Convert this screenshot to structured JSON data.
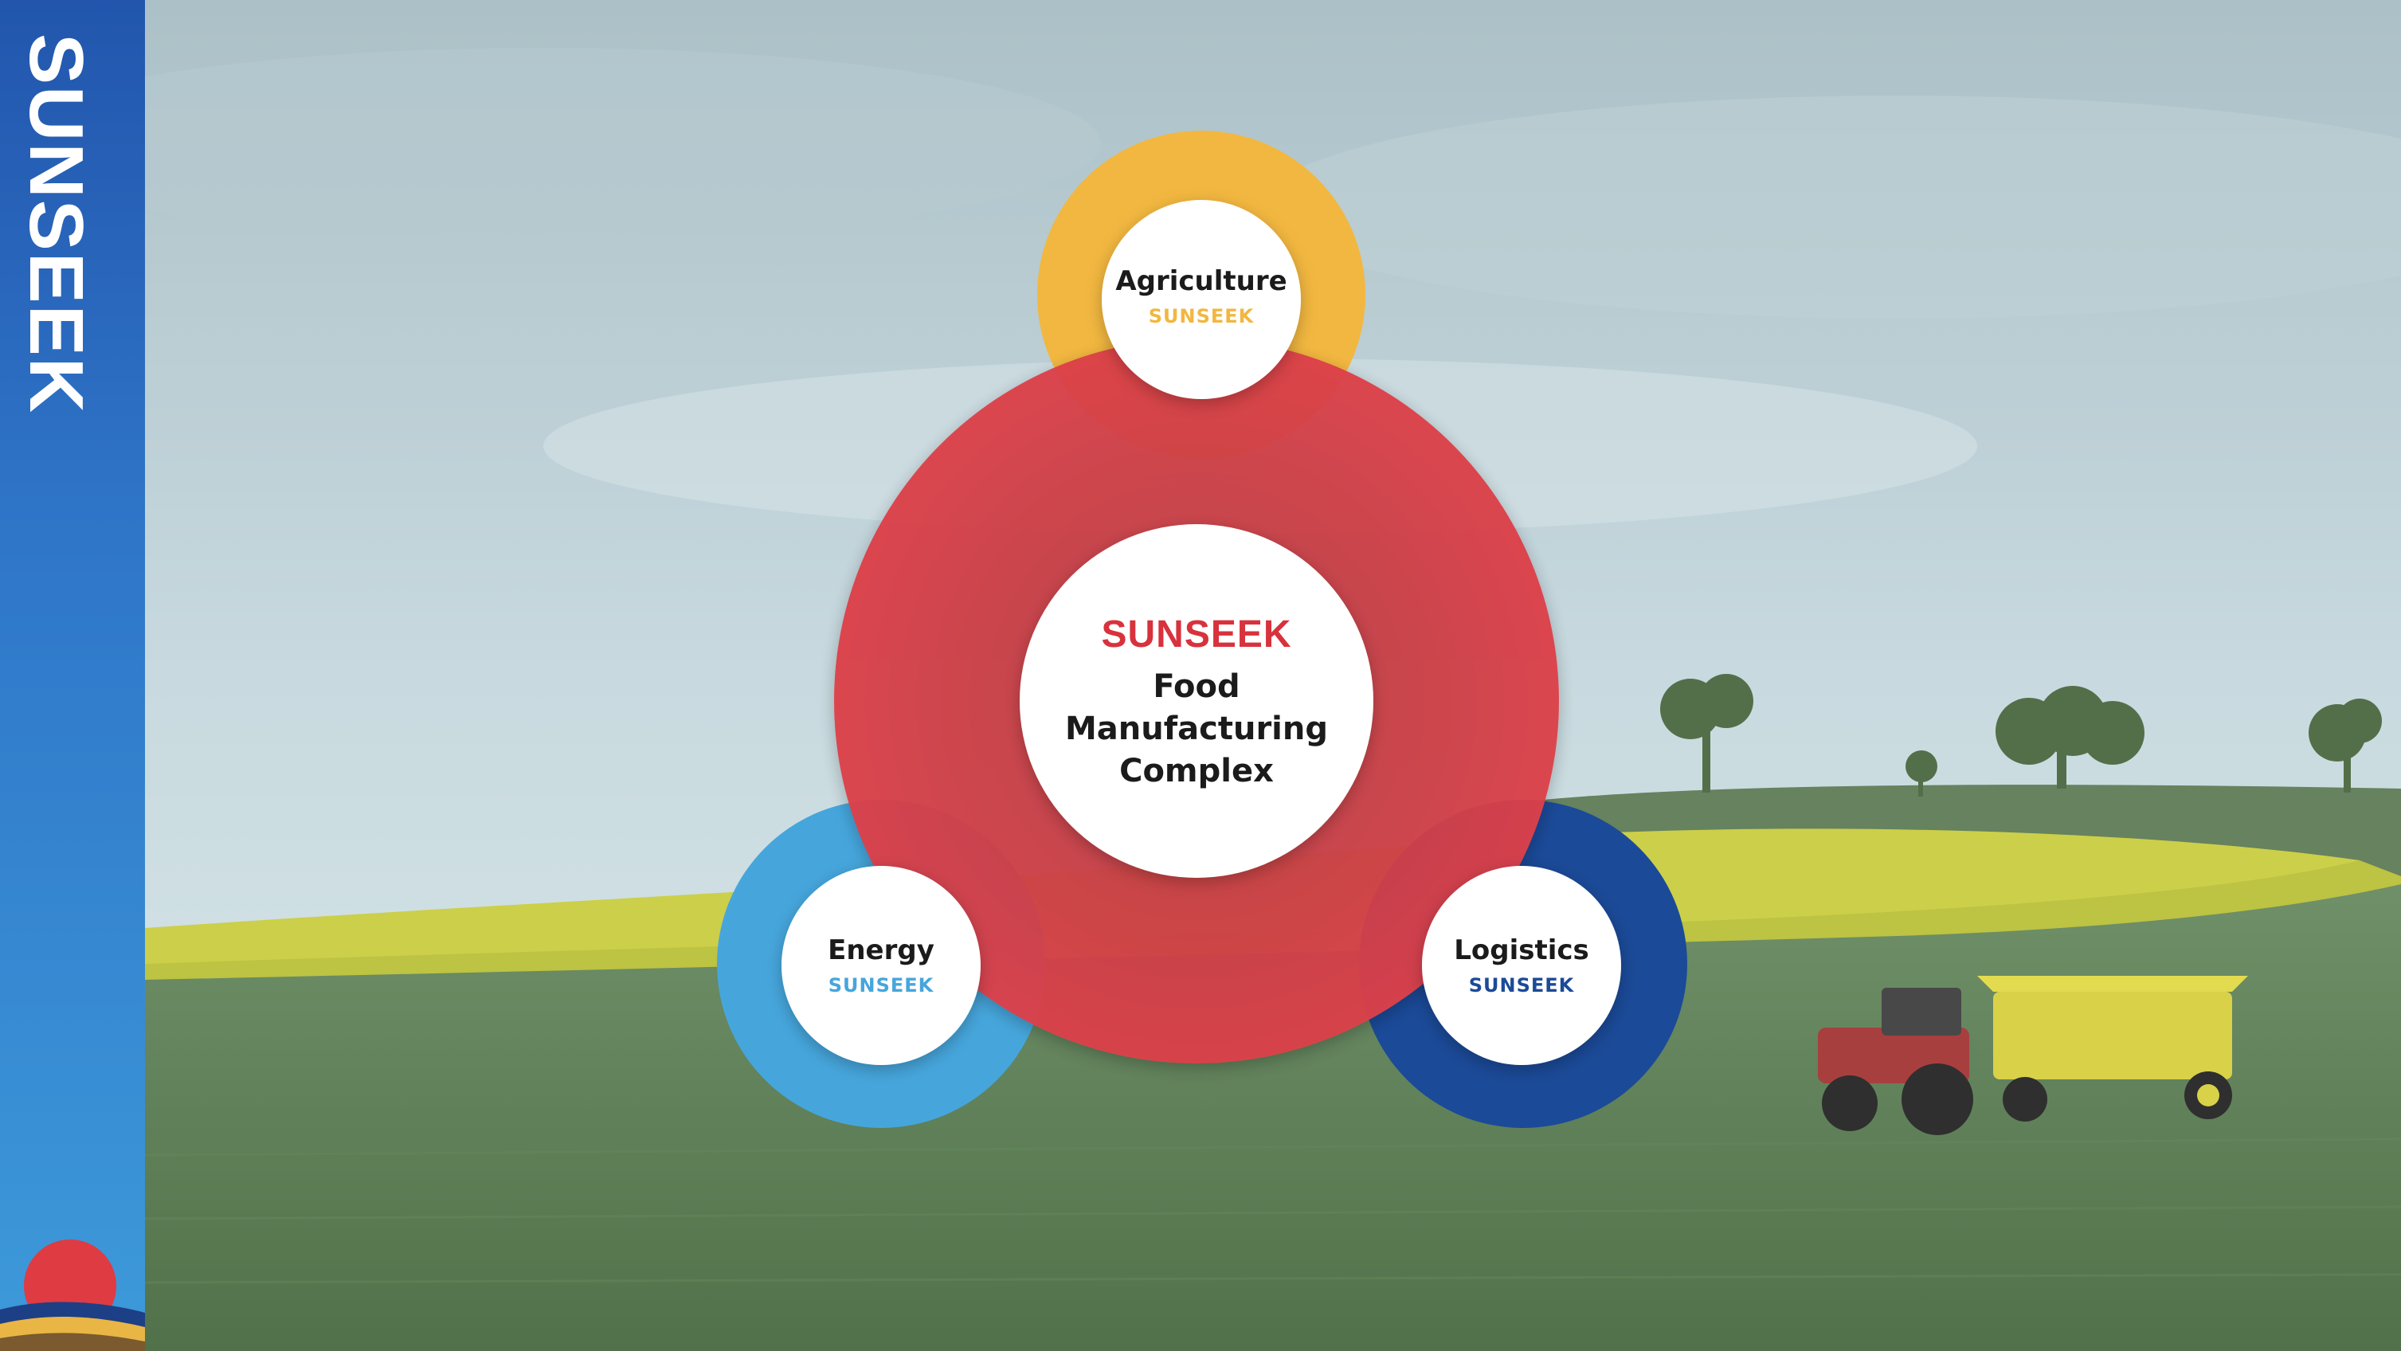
{
  "brand": {
    "name": "SUNSEEK"
  },
  "colors": {
    "agriculture": "#f2b740",
    "energy": "#46a6dc",
    "logistics": "#1b4a98",
    "center": "#da3e48",
    "brand_red": "#d8323c",
    "sidebar_top": "#2256ad",
    "sidebar_bottom": "#3d9ad9"
  },
  "center": {
    "brand": "SUNSEEK",
    "title_lines": [
      "Food",
      "Manufacturing",
      "Complex"
    ]
  },
  "nodes": [
    {
      "key": "agriculture",
      "title": "Agriculture",
      "sub": "SUNSEEK"
    },
    {
      "key": "energy",
      "title": "Energy",
      "sub": "SUNSEEK"
    },
    {
      "key": "logistics",
      "title": "Logistics",
      "sub": "SUNSEEK"
    }
  ]
}
